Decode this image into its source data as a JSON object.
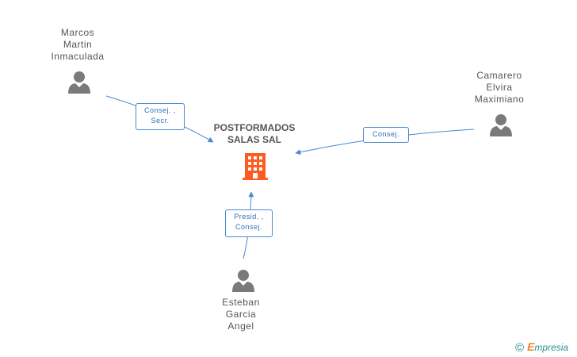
{
  "company": {
    "name_line1": "POSTFORMADOS",
    "name_line2": "SALAS SAL",
    "icon": "building-icon",
    "color": "#ff5a1f"
  },
  "people": [
    {
      "lines": [
        "Marcos",
        "Martin",
        "Inmaculada"
      ],
      "role_lines": [
        "Consej. ,",
        "Secr."
      ]
    },
    {
      "lines": [
        "Camarero",
        "Elvira",
        "Maximiano"
      ],
      "role_lines": [
        "Consej."
      ]
    },
    {
      "lines": [
        "Esteban",
        "Garcia",
        "Angel"
      ],
      "role_lines": [
        "Presid. ,",
        "Consej."
      ]
    }
  ],
  "colors": {
    "person_icon": "#7a7a7a",
    "edge": "#4a8ad0",
    "label_text": "#2d6fb8",
    "text": "#555555"
  },
  "footer": {
    "copyright_symbol": "©",
    "brand_first": "E",
    "brand_rest": "mpresia"
  }
}
